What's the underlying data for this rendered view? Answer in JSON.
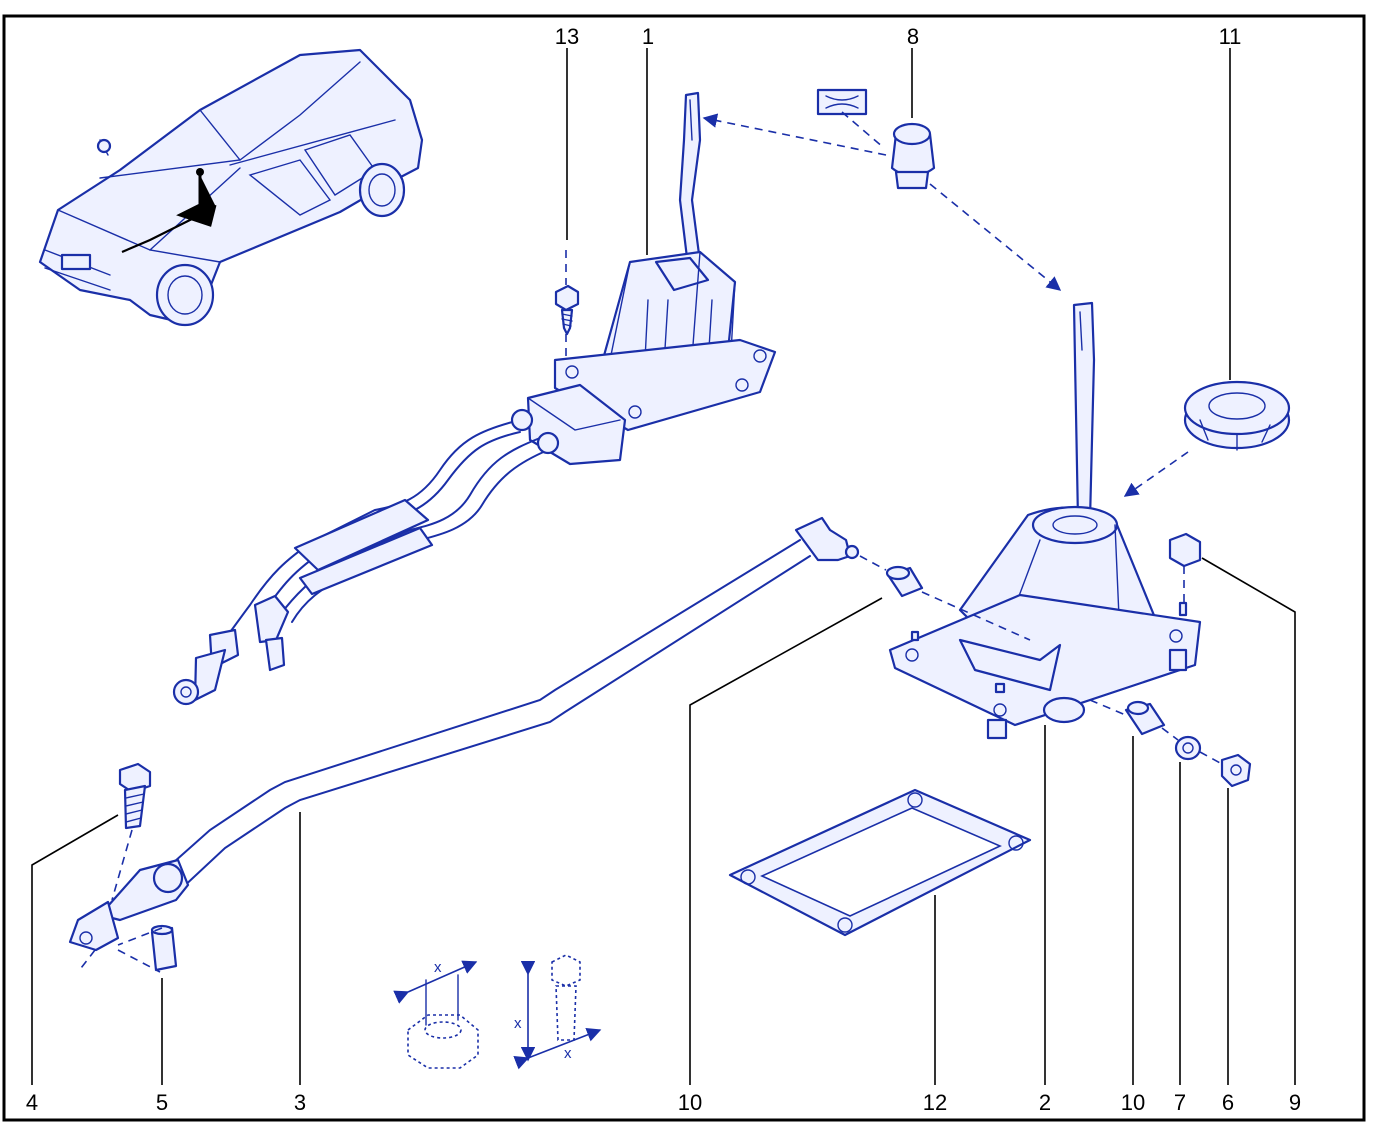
{
  "callouts": [
    "13",
    "1",
    "8",
    "11",
    "4",
    "5",
    "3",
    "10",
    "12",
    "2",
    "10",
    "7",
    "6",
    "9"
  ],
  "torque_markers": [
    "x",
    "x",
    "x"
  ],
  "colors": {
    "line": "#1a2fa8",
    "fill": "#eef1ff",
    "label": "#000000",
    "frame": "#000000"
  }
}
